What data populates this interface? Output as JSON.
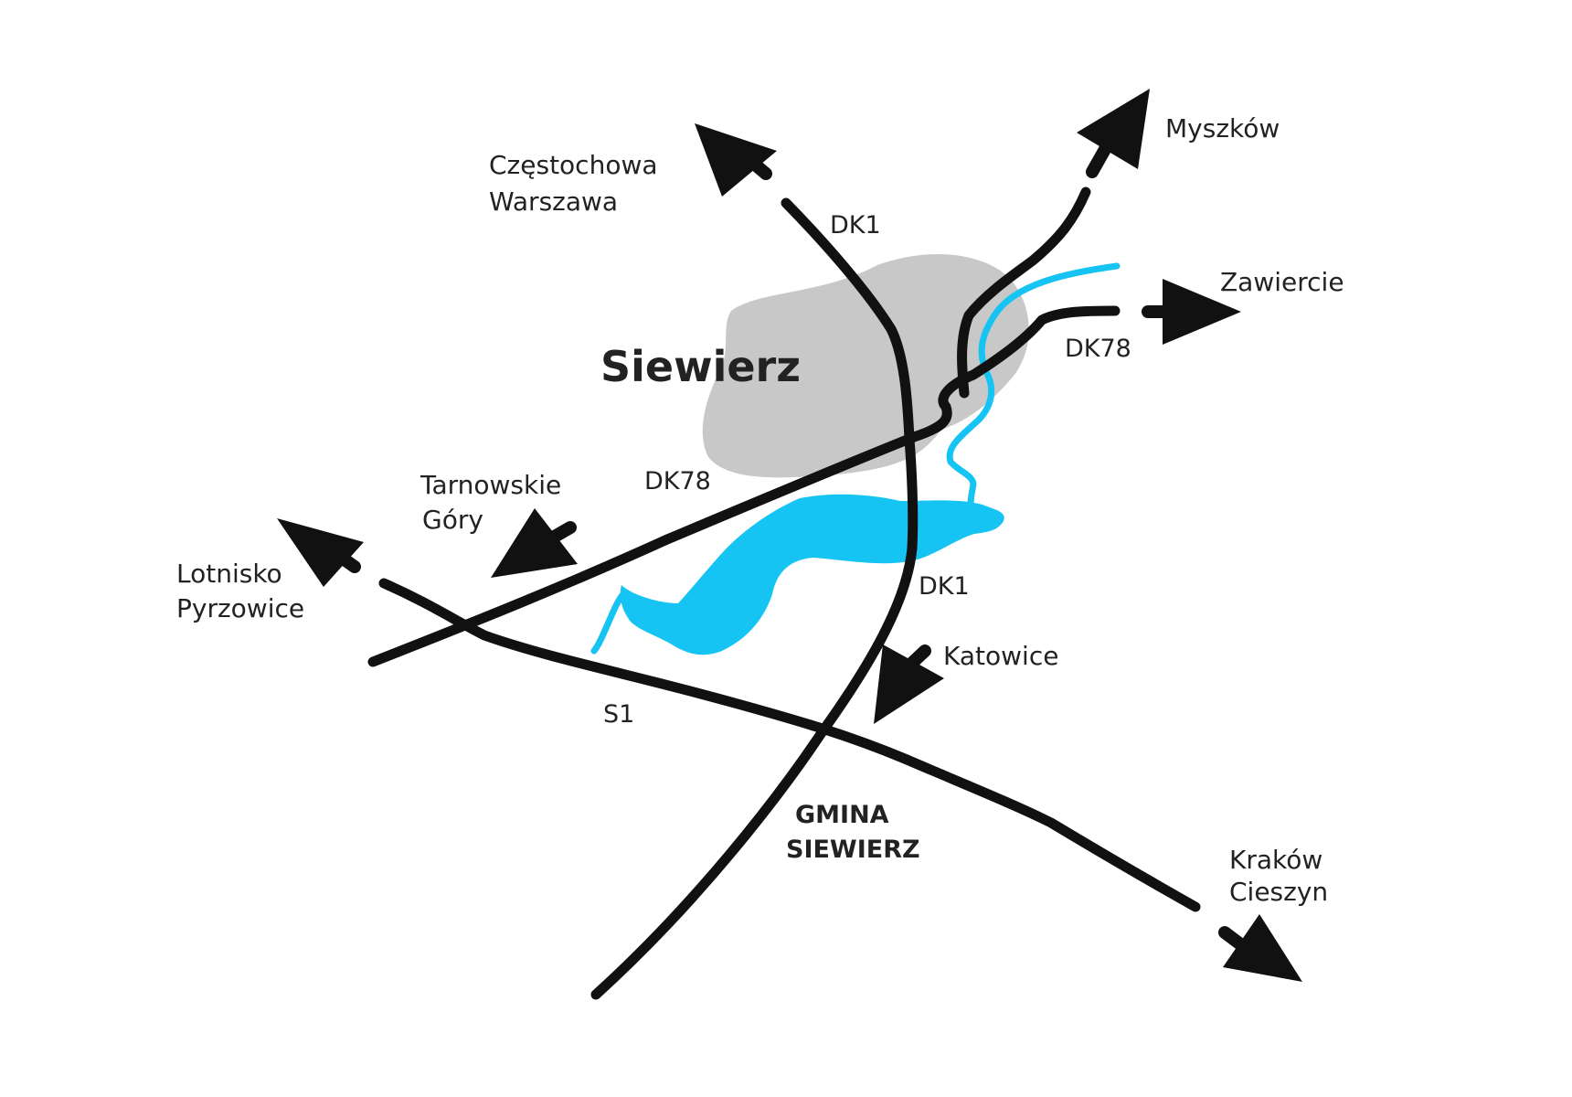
{
  "map": {
    "town": "Siewierz",
    "municipality": [
      "GMINA",
      "SIEWIERZ"
    ],
    "colors": {
      "roads": "#111111",
      "town_area": "#c8c8c8",
      "water": "#15c4f2",
      "background": "#ffffff"
    },
    "road_labels": {
      "dk1_north": "DK1",
      "dk1_south": "DK1",
      "dk78_east": "DK78",
      "dk78_west": "DK78",
      "s1": "S1"
    },
    "destinations": {
      "czestochowa": [
        "Częstochowa",
        "Warszawa"
      ],
      "myszkow": "Myszków",
      "zawiercie": "Zawiercie",
      "tarnowskie": [
        "Tarnowskie",
        "Góry"
      ],
      "lotnisko": [
        "Lotnisko",
        "Pyrzowice"
      ],
      "katowice": "Katowice",
      "krakow": [
        "Kraków",
        "Cieszyn"
      ]
    }
  }
}
